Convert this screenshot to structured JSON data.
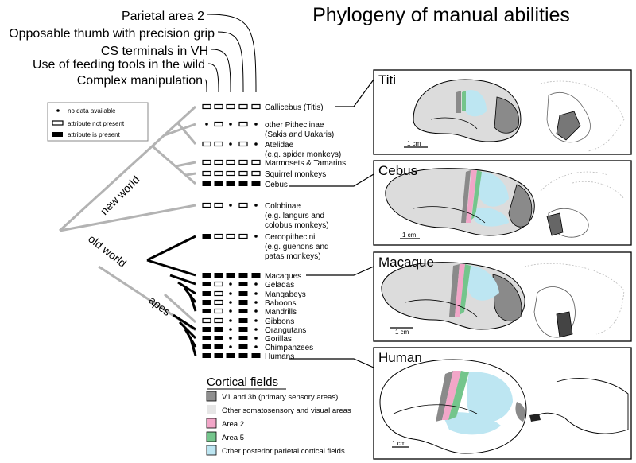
{
  "title": "Phylogeny of manual abilities",
  "attributes": [
    "Parietal area 2",
    "Opposable thumb with precision grip",
    "CS terminals in VH",
    "Use of feeding tools in the wild",
    "Complex manipulation"
  ],
  "legend": {
    "no_data": "no data available",
    "not_present": "attribute not present",
    "present": "attribute is present"
  },
  "clade_labels": {
    "new_world": "new world",
    "old_world": "old world",
    "apes": "apes"
  },
  "taxa": [
    {
      "lines": [
        "Callicebus (Titis)"
      ],
      "marks": [
        "o",
        "o",
        "o",
        "o",
        "o"
      ]
    },
    {
      "lines": [
        "other Pitheciinae",
        "(Sakis and Uakaris)"
      ],
      "marks": [
        "d",
        "o",
        "d",
        "o",
        "d"
      ]
    },
    {
      "lines": [
        "Atelidae",
        "(e.g. spider monkeys)"
      ],
      "marks": [
        "o",
        "o",
        "d",
        "o",
        "d"
      ]
    },
    {
      "lines": [
        "Marmosets & Tamarins"
      ],
      "marks": [
        "o",
        "o",
        "o",
        "o",
        "o"
      ]
    },
    {
      "lines": [
        "Squirrel monkeys"
      ],
      "marks": [
        "o",
        "o",
        "o",
        "o",
        "o"
      ]
    },
    {
      "lines": [
        "Cebus"
      ],
      "marks": [
        "f",
        "f",
        "f",
        "f",
        "f"
      ]
    },
    {
      "lines": [
        "Colobinae",
        "(e.g. langurs and",
        "colobus monkeys)"
      ],
      "marks": [
        "o",
        "o",
        "d",
        "o",
        "d"
      ]
    },
    {
      "lines": [
        "Cercopithecini",
        "(e.g. guenons and",
        "patas monkeys)"
      ],
      "marks": [
        "f",
        "o",
        "o",
        "o",
        "d"
      ]
    },
    {
      "lines": [
        "Macaques"
      ],
      "marks": [
        "f",
        "f",
        "f",
        "f",
        "f"
      ]
    },
    {
      "lines": [
        "Geladas"
      ],
      "marks": [
        "f",
        "o",
        "d",
        "f",
        "d"
      ]
    },
    {
      "lines": [
        "Mangabeys"
      ],
      "marks": [
        "f",
        "o",
        "d",
        "f",
        "d"
      ]
    },
    {
      "lines": [
        "Baboons"
      ],
      "marks": [
        "f",
        "o",
        "d",
        "f",
        "d"
      ]
    },
    {
      "lines": [
        "Mandrills"
      ],
      "marks": [
        "f",
        "o",
        "d",
        "f",
        "d"
      ]
    },
    {
      "lines": [
        "Gibbons"
      ],
      "marks": [
        "o",
        "o",
        "d",
        "f",
        "d"
      ]
    },
    {
      "lines": [
        "Orangutans"
      ],
      "marks": [
        "f",
        "f",
        "d",
        "f",
        "d"
      ]
    },
    {
      "lines": [
        "Gorillas"
      ],
      "marks": [
        "f",
        "f",
        "d",
        "f",
        "d"
      ]
    },
    {
      "lines": [
        "Chimpanzees"
      ],
      "marks": [
        "f",
        "f",
        "d",
        "f",
        "d"
      ]
    },
    {
      "lines": [
        "Humans"
      ],
      "marks": [
        "f",
        "f",
        "f",
        "f",
        "f"
      ]
    }
  ],
  "panels": [
    {
      "title": "Titi",
      "scale": "1 cm"
    },
    {
      "title": "Cebus",
      "scale": "1 cm"
    },
    {
      "title": "Macaque",
      "scale": "1 cm"
    },
    {
      "title": "Human",
      "scale": "1 cm"
    }
  ],
  "cortical_fields": {
    "title": "Cortical fields",
    "items": [
      {
        "label": "V1 and 3b (primary sensory areas)",
        "color": "#8f8f8f"
      },
      {
        "label": "Other somatosensory and visual areas",
        "color": "#e6e6e6"
      },
      {
        "label": "Area 2",
        "color": "#f2a6c8"
      },
      {
        "label": "Area 5",
        "color": "#74c58c"
      },
      {
        "label": "Other posterior parietal cortical fields",
        "color": "#bde6f2"
      }
    ]
  }
}
